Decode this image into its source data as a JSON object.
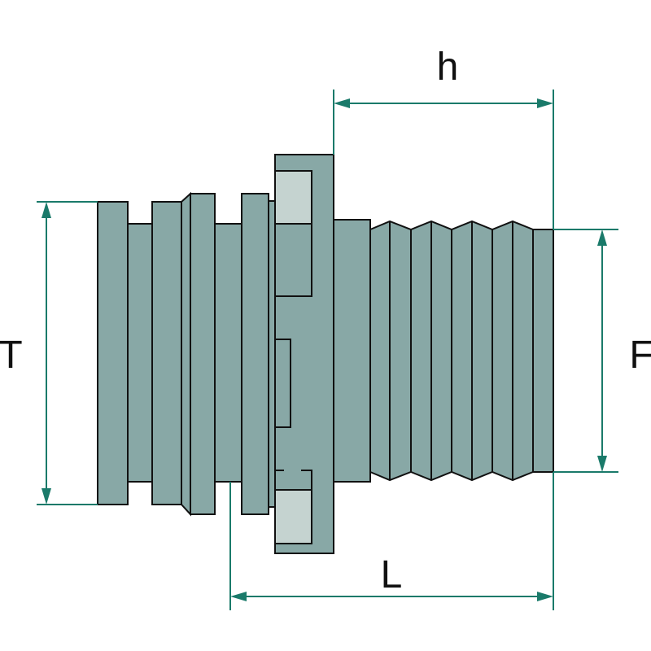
{
  "dimensions": {
    "h": "h",
    "T": "T",
    "F": "F",
    "L": "L"
  },
  "colors": {
    "body_fill": "#88a8a6",
    "insert_fill": "#c5d3d0",
    "dimension_line": "#1a7a6a",
    "outline": "#111111"
  }
}
